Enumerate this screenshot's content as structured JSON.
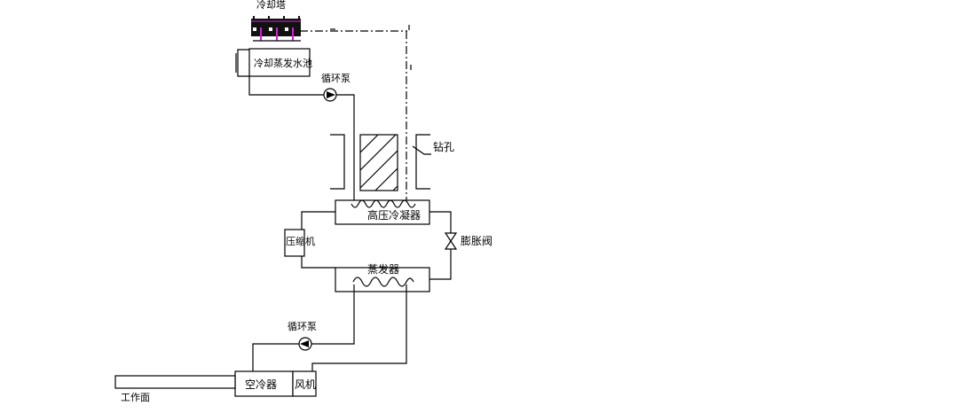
{
  "labels": {
    "cooling_tower": "冷却塔",
    "evap_pool": "冷却蒸发水池",
    "pump_top": "循环泵",
    "borehole": "钻孔",
    "condenser": "高压冷凝器",
    "compressor": "压缩机",
    "expansion_valve": "膨胀阀",
    "evaporator": "蒸发器",
    "pump_bottom": "循环泵",
    "air_cooler": "空冷器",
    "fan": "风机",
    "work_face": "工作面"
  },
  "colors": {
    "line": "#000000",
    "tower_fill": "#111111",
    "tower_accent": "#cc22cc"
  },
  "icons": [
    "pump-icon",
    "expansion-valve-icon",
    "coil-icon",
    "cooling-tower-icon"
  ]
}
